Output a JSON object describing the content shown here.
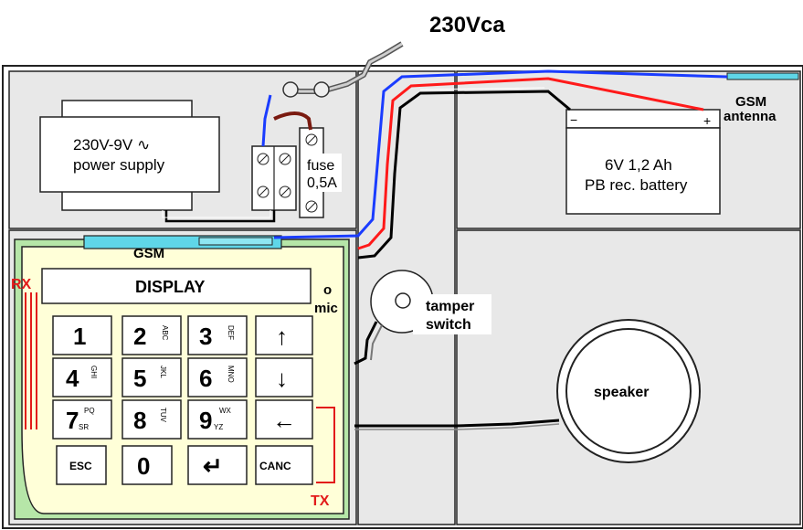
{
  "title": "230Vca",
  "power_supply": {
    "line1": "230V-9V ∿",
    "line2": "power supply"
  },
  "fuse": {
    "line1": "fuse",
    "line2": "0,5A"
  },
  "battery": {
    "line1": "6V 1,2 Ah",
    "line2": "PB rec. battery",
    "minus": "−",
    "plus": "+"
  },
  "gsm_antenna": {
    "line1": "GSM",
    "line2": "antenna"
  },
  "gsm_module": "GSM",
  "rx": "RX",
  "tx": "TX",
  "display": "DISPLAY",
  "mic": {
    "dot": "o",
    "label": "mic"
  },
  "tamper": {
    "line1": "tamper",
    "line2": "switch"
  },
  "speaker": "speaker",
  "keys": {
    "k1": {
      "main": "1",
      "sub": ""
    },
    "k2": {
      "main": "2",
      "sub": "ABC"
    },
    "k3": {
      "main": "3",
      "sub": "DEF"
    },
    "up": {
      "main": "↑",
      "sub": ""
    },
    "k4": {
      "main": "4",
      "sub": "GHI"
    },
    "k5": {
      "main": "5",
      "sub": "JKL"
    },
    "k6": {
      "main": "6",
      "sub": "MNO"
    },
    "down": {
      "main": "↓",
      "sub": ""
    },
    "k7": {
      "main": "7",
      "sub": "PQ",
      "sub2": "SR"
    },
    "k8": {
      "main": "8",
      "sub": "TUV"
    },
    "k9": {
      "main": "9",
      "sub": "WX",
      "sub2": "YZ"
    },
    "left": {
      "main": "←",
      "sub": ""
    },
    "esc": {
      "main": "ESC"
    },
    "k0": {
      "main": "0"
    },
    "enter": {
      "main": "↵"
    },
    "canc": {
      "main": "CANC"
    }
  },
  "colors": {
    "wire_blue": "#1a3cff",
    "wire_red": "#ff1a1a",
    "wire_brown": "#7a1a10",
    "wire_black": "#000000",
    "keypad_fill": "#ffffd8",
    "keypad_green": "#b6e6a8",
    "gsm_cyan": "#5fd6e8",
    "panel_grey": "#e8e8e8"
  }
}
